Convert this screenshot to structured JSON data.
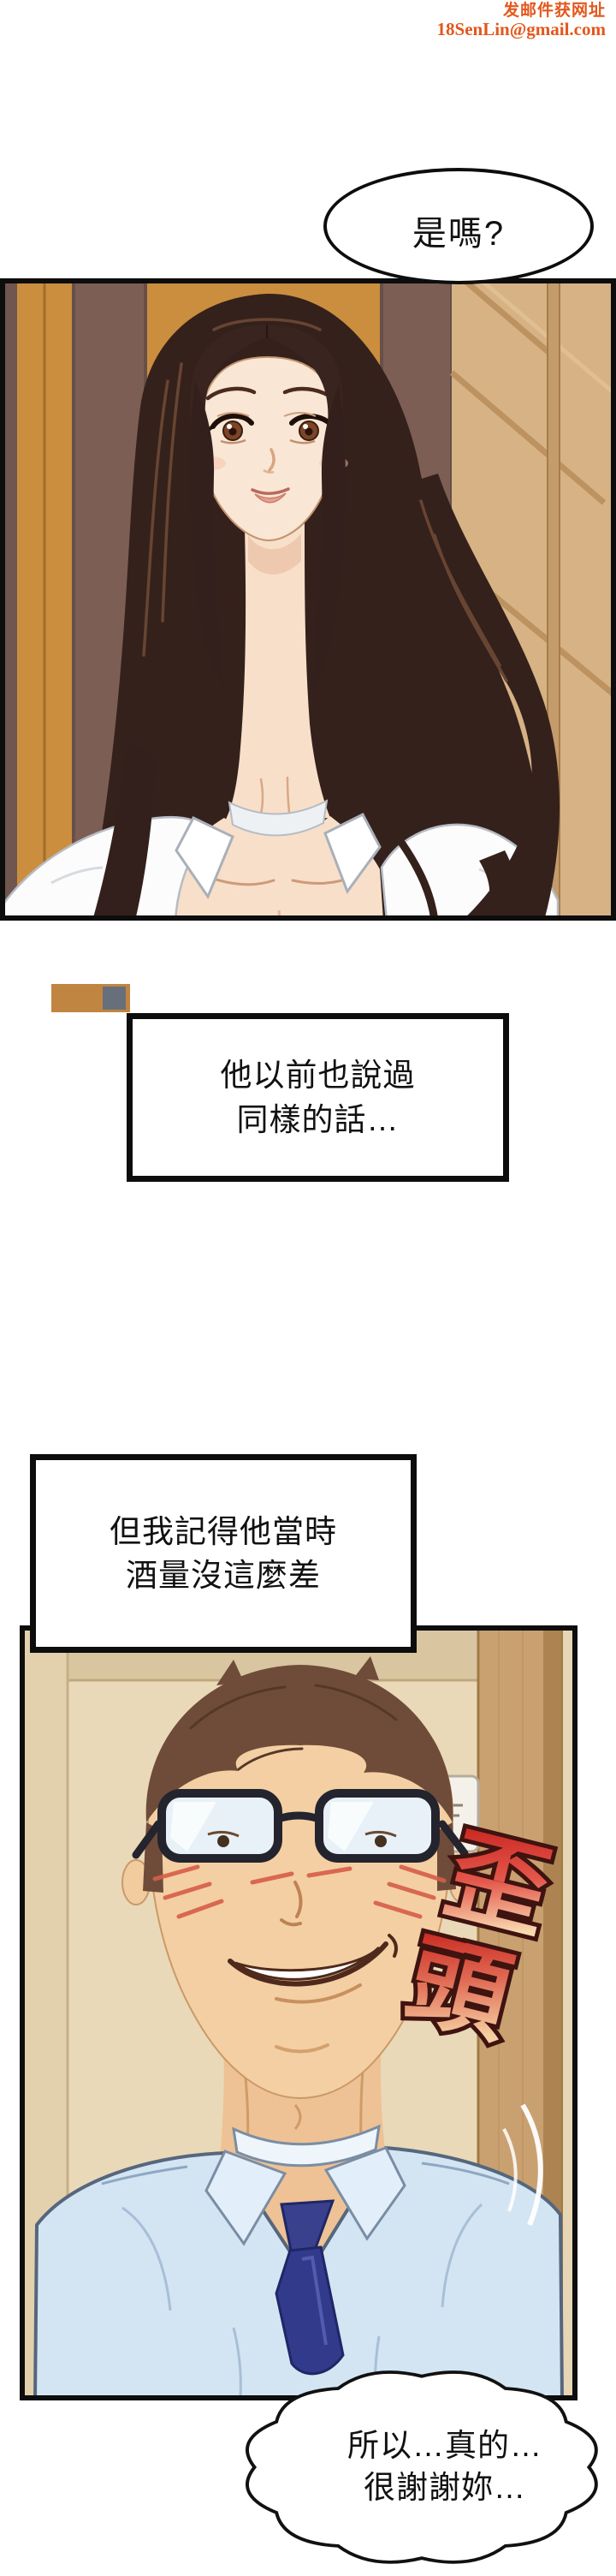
{
  "watermark": {
    "line1": "发邮件获网址",
    "line2": "18SenLin@gmail.com",
    "color": "#e4571c"
  },
  "speech": {
    "top_bubble": {
      "text": "是嗎?"
    },
    "bottom_bubble": {
      "line1": "所以…真的…",
      "line2": "很謝謝妳…"
    }
  },
  "captions": {
    "box1": {
      "line1": "他以前也說過",
      "line2": "同樣的話…"
    },
    "box2": {
      "line1": "但我記得他當時",
      "line2": "酒量沒這麼差"
    }
  },
  "sfx": {
    "char1": "歪",
    "char2": "頭"
  },
  "colors": {
    "watermark_orange": "#e4571c",
    "panel_border": "#0d0d0d",
    "wood_orange": "#ca8e3e",
    "wood_dark_panel": "#7d5e54",
    "wall_beige": "#ead9b8",
    "pillar_tan": "#c9a170",
    "shirt_blue": "#d3e4f2",
    "tie_navy": "#323a8c",
    "sfx_red": "#c51f1a",
    "sfx_cream": "#f8d9b0"
  }
}
